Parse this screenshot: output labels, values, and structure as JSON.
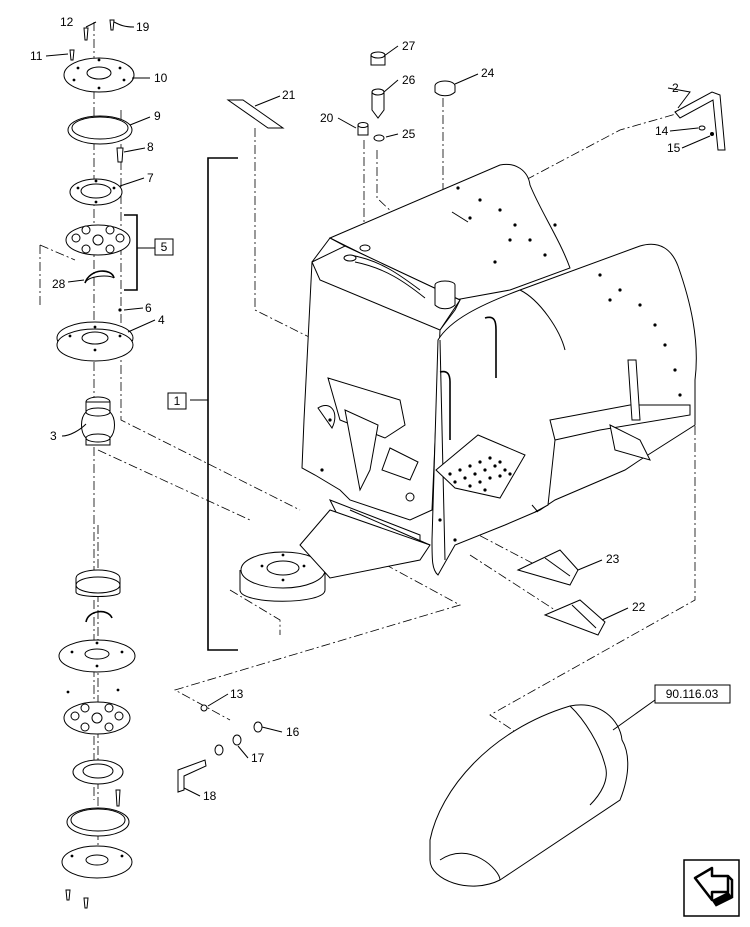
{
  "callouts": {
    "c1": "1",
    "c2": "2",
    "c3": "3",
    "c4": "4",
    "c5": "5",
    "c6": "6",
    "c7": "7",
    "c8": "8",
    "c9": "9",
    "c10": "10",
    "c11": "11",
    "c12": "12",
    "c13": "13",
    "c14": "14",
    "c15": "15",
    "c16": "16",
    "c17": "17",
    "c18": "18",
    "c19": "19",
    "c20": "20",
    "c21": "21",
    "c22": "22",
    "c23": "23",
    "c24": "24",
    "c25": "25",
    "c26": "26",
    "c27": "27",
    "c28": "28"
  },
  "reference": "90.116.03",
  "icons": {
    "nav": "next-page-arrow-icon"
  }
}
